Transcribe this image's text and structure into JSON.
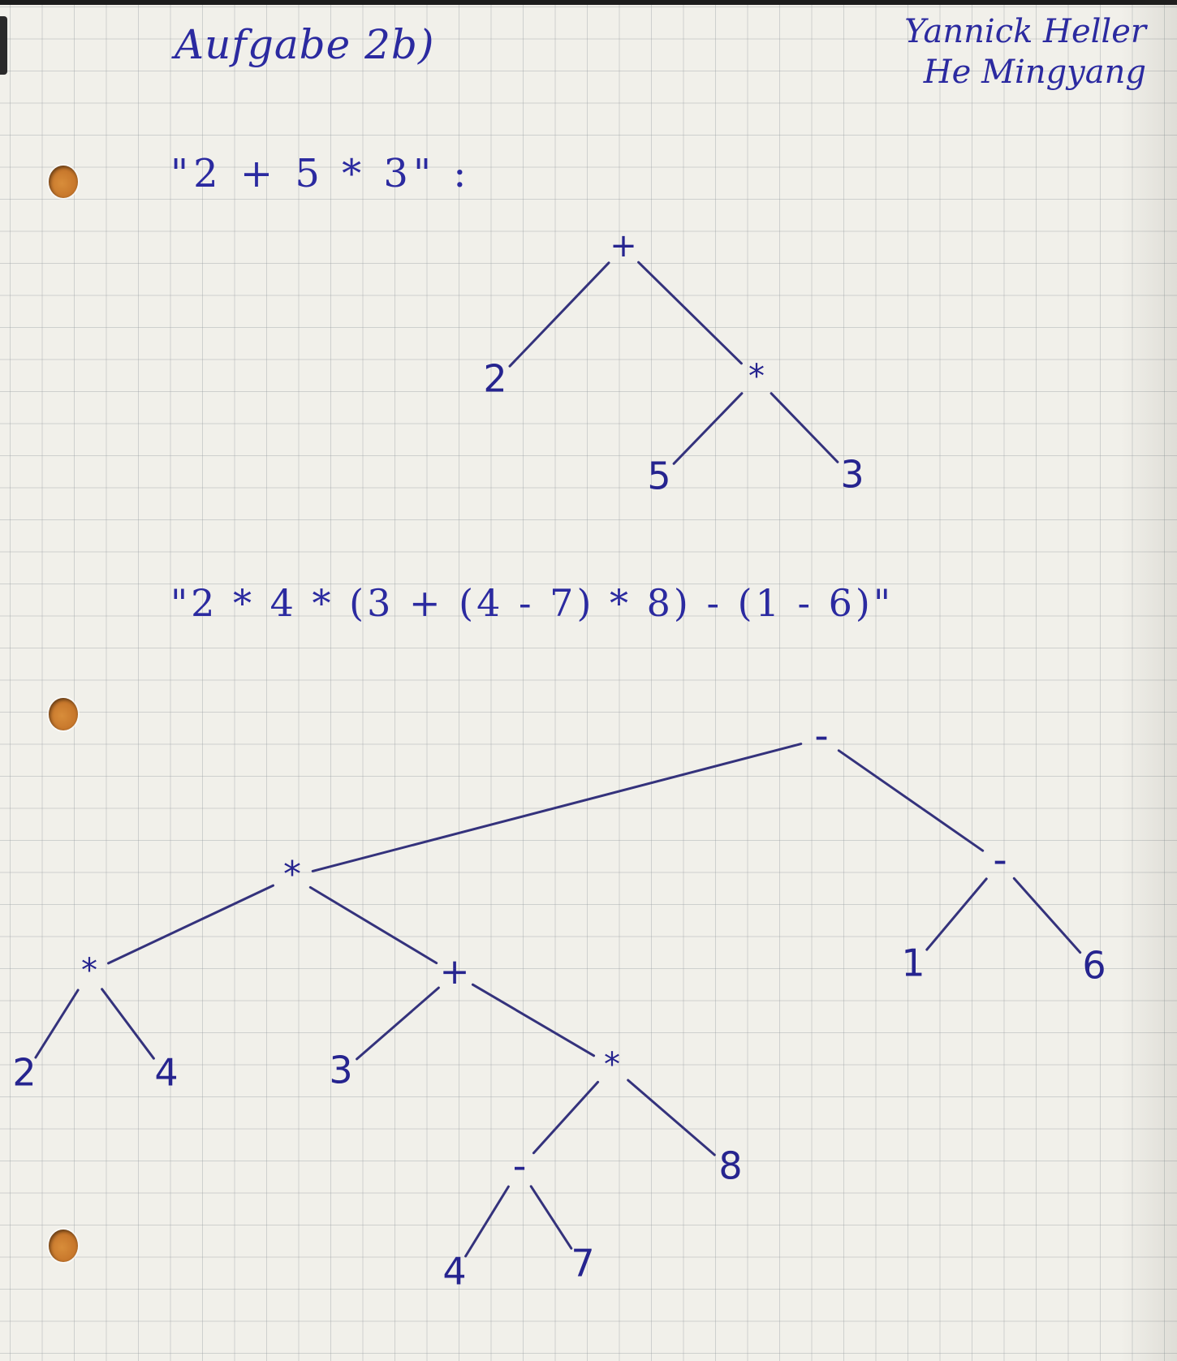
{
  "page": {
    "heading": "Aufgabe 2b)",
    "author_lines": [
      "Yannick Heller",
      "He Mingyang"
    ],
    "accent_color": "#2b2aa0",
    "paper_color": "#f1f0ea"
  },
  "expressions": [
    {
      "text": "\"2 + 5 * 3\" :",
      "tree": {
        "nodes": [
          {
            "id": "n1",
            "label": "+"
          },
          {
            "id": "n2",
            "label": "2"
          },
          {
            "id": "n3",
            "label": "*"
          },
          {
            "id": "n4",
            "label": "5"
          },
          {
            "id": "n5",
            "label": "3"
          }
        ],
        "edges": [
          [
            "n1",
            "n2"
          ],
          [
            "n1",
            "n3"
          ],
          [
            "n3",
            "n4"
          ],
          [
            "n3",
            "n5"
          ]
        ]
      }
    },
    {
      "text": "\"2 * 4 * (3 + (4 - 7) * 8) - (1 - 6)\"",
      "tree": {
        "nodes": [
          {
            "id": "m1",
            "label": "-"
          },
          {
            "id": "m2",
            "label": "*"
          },
          {
            "id": "m3",
            "label": "-"
          },
          {
            "id": "m4",
            "label": "*"
          },
          {
            "id": "m5",
            "label": "+"
          },
          {
            "id": "m6",
            "label": "2"
          },
          {
            "id": "m7",
            "label": "4"
          },
          {
            "id": "m8",
            "label": "3"
          },
          {
            "id": "m9",
            "label": "*"
          },
          {
            "id": "m10",
            "label": "-"
          },
          {
            "id": "m11",
            "label": "8"
          },
          {
            "id": "m12",
            "label": "4"
          },
          {
            "id": "m13",
            "label": "7"
          },
          {
            "id": "m14",
            "label": "1"
          },
          {
            "id": "m15",
            "label": "6"
          }
        ],
        "edges": [
          [
            "m1",
            "m2"
          ],
          [
            "m1",
            "m3"
          ],
          [
            "m2",
            "m4"
          ],
          [
            "m2",
            "m5"
          ],
          [
            "m4",
            "m6"
          ],
          [
            "m4",
            "m7"
          ],
          [
            "m5",
            "m8"
          ],
          [
            "m5",
            "m9"
          ],
          [
            "m9",
            "m10"
          ],
          [
            "m9",
            "m11"
          ],
          [
            "m10",
            "m12"
          ],
          [
            "m10",
            "m13"
          ],
          [
            "m3",
            "m14"
          ],
          [
            "m3",
            "m15"
          ]
        ]
      }
    }
  ]
}
